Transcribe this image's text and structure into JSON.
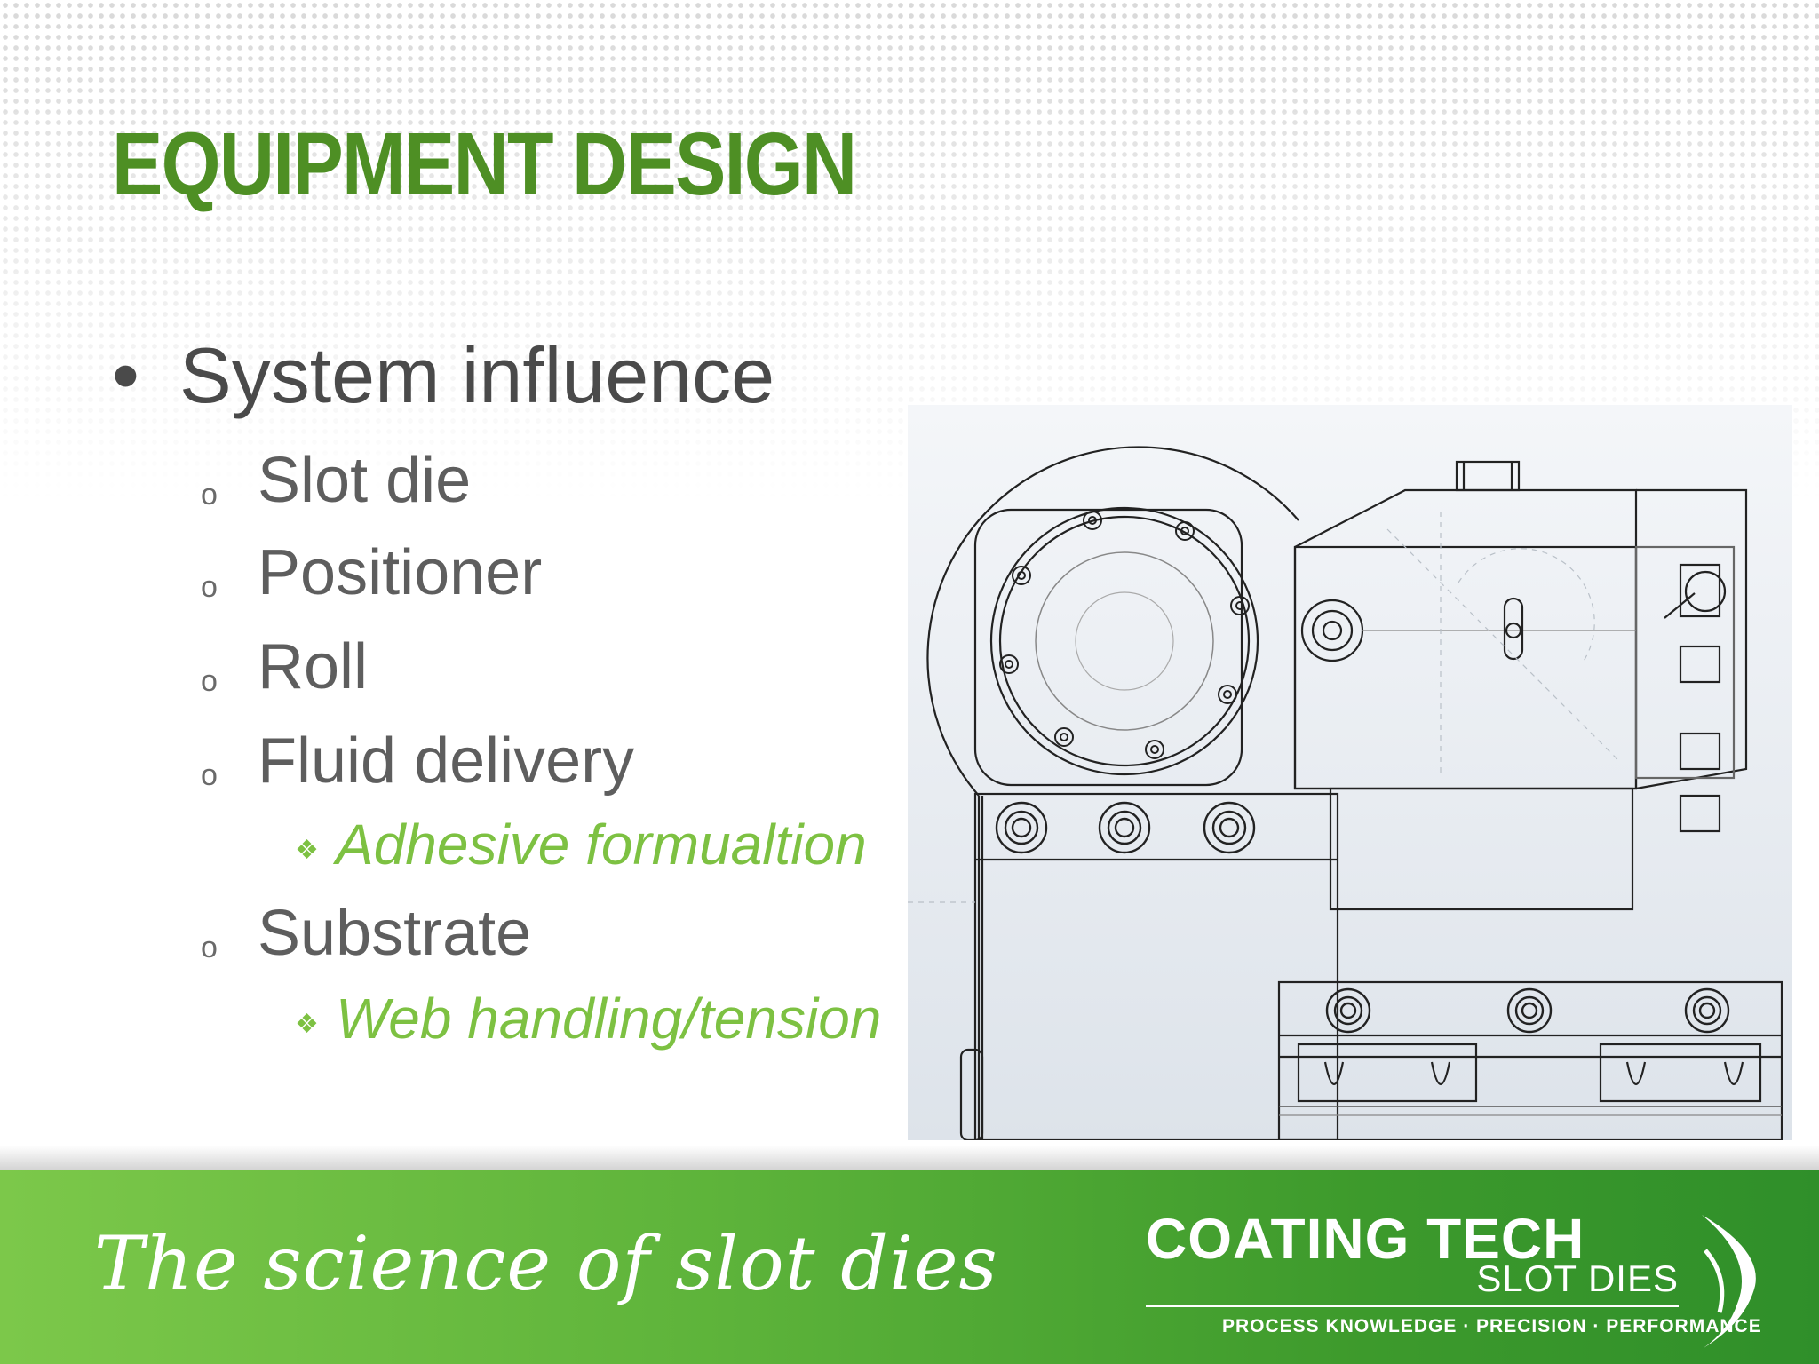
{
  "slide": {
    "title": "EQUIPMENT DESIGN",
    "bullet": {
      "marker": "•",
      "text": "System influence",
      "items": [
        {
          "marker": "o",
          "text": "Slot die"
        },
        {
          "marker": "o",
          "text": "Positioner"
        },
        {
          "marker": "o",
          "text": "Roll"
        },
        {
          "marker": "o",
          "text": "Fluid delivery",
          "children": [
            {
              "marker": "❖",
              "text": "Adhesive formualtion"
            }
          ]
        },
        {
          "marker": "o",
          "text": "Substrate",
          "children": [
            {
              "marker": "❖",
              "text": "Web handling/tension"
            }
          ]
        }
      ]
    }
  },
  "footer": {
    "tagline": "The science of slot dies",
    "logo": {
      "name": "COATING TECH",
      "sub": "SLOT DIES",
      "motto": "PROCESS KNOWLEDGE · PRECISION · PERFORMANCE"
    }
  },
  "colors": {
    "title_green": "#4e8f24",
    "accent_green": "#7dc142",
    "footer_green": "#3d9a2c"
  }
}
